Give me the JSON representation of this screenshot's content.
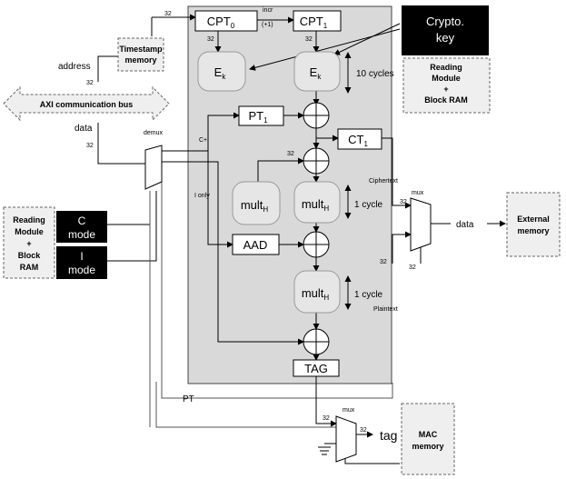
{
  "labels": {
    "bus_width": "32",
    "incr_line1": "incr",
    "incr_line2": "(+1)",
    "crypto_key_line1": "Crypto.",
    "crypto_key_line2": "key",
    "ten_cycles": "10 cycles",
    "one_cycle_a": "1 cycle",
    "one_cycle_b": "1 cycle",
    "address": "address",
    "data_left": "data",
    "axi_bus": "AXI communication bus",
    "demux": "demux",
    "c_plus_i": "C+I",
    "i_only": "I only",
    "ciphertext": "Ciphertext",
    "plaintext": "Plaintext",
    "mux_top": "mux",
    "mux_bottom": "mux",
    "data_out": "data",
    "tag_out": "tag",
    "pt": "PT"
  },
  "blocks": {
    "cpt0": "CPT",
    "cpt0_sub": "0",
    "cpt1": "CPT",
    "cpt1_sub": "1",
    "ek_left": "E",
    "ek_left_sub": "k",
    "ek_right": "E",
    "ek_right_sub": "k",
    "pt1": "PT",
    "pt1_sub": "1",
    "ct1": "CT",
    "ct1_sub": "1",
    "mult_left": "mult",
    "mult_left_sub": "H",
    "mult_mid": "mult",
    "mult_mid_sub": "H",
    "mult_low": "mult",
    "mult_low_sub": "H",
    "aad": "AAD",
    "tag": "TAG"
  },
  "dashed_boxes": {
    "timestamp_line1": "Timestamp",
    "timestamp_line2": "memory",
    "reading_right_1": "Reading",
    "reading_right_2": "Module",
    "reading_right_3": "+",
    "reading_right_4": "Block RAM",
    "reading_left_1": "Reading",
    "reading_left_2": "Module",
    "reading_left_3": "+",
    "reading_left_4": "Block",
    "reading_left_5": "RAM",
    "external_1": "External",
    "external_2": "memory",
    "mac_1": "MAC",
    "mac_2": "memory"
  },
  "modes": {
    "c_mode_1": "C",
    "c_mode_2": "mode",
    "i_mode_1": "I",
    "i_mode_2": "mode"
  },
  "colors": {
    "core_fill": "#d9d9d9",
    "op_fill": "#e6e6e6",
    "dashed_fill": "#efefef",
    "black_fill": "#000000"
  }
}
